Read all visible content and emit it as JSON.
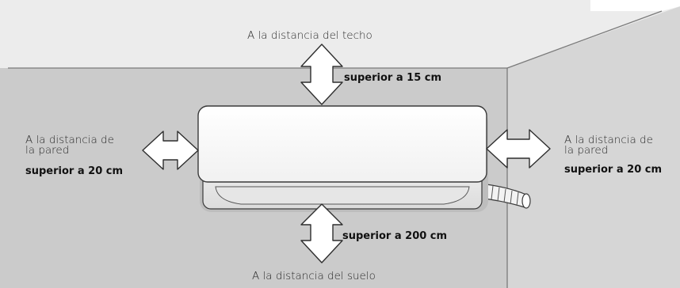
{
  "colors": {
    "wall_back": "#cfcfcf",
    "wall_side": "#d8d8d8",
    "ceiling": "#e4e4e4",
    "arrow_fill": "#ffffff",
    "outline": "#3a3a3a"
  },
  "top": {
    "label": "A la distancia del techo",
    "value": "superior a 15 cm"
  },
  "left": {
    "label_line1": "A la distancia de",
    "label_line2": "la pared",
    "value": "superior a 20 cm"
  },
  "right": {
    "label_line1": "A la distancia de",
    "label_line2": "la pared",
    "value": "superior a 20 cm"
  },
  "bottom": {
    "label": "A la distancia del suelo",
    "value": "superior a 200 cm"
  },
  "icons": {
    "up_down": "double-arrow-vertical-icon",
    "left_right": "double-arrow-horizontal-icon"
  }
}
